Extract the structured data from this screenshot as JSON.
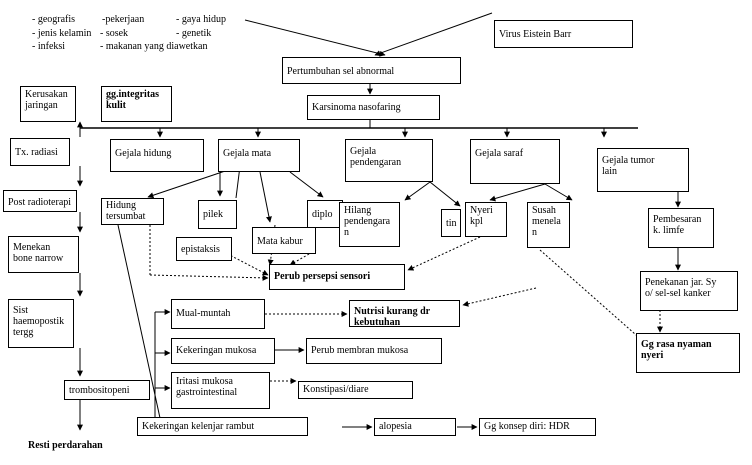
{
  "risk_factors": {
    "col1": [
      "- geografis",
      "- jenis kelamin",
      "- infeksi"
    ],
    "col2": [
      "-pekerjaan",
      "- sosek",
      "- makanan yang diawetkan"
    ],
    "col3": [
      "- gaya hidup",
      "- genetik"
    ]
  },
  "nodes": {
    "virus": "Virus Eistein Barr",
    "pertumbuhan": "Pertumbuhan sel abnormal",
    "karsinoma": "Karsinoma nasofaring",
    "kerusakan": "Kerusakan\njaringan",
    "integritas": "gg.integritas\nkulit",
    "tx_radiasi": "Tx. radiasi",
    "post_radioterapi": "Post radioterapi",
    "menekan": "Menekan\nbone narrow",
    "sist": "Sist\nhaemopostik\ntergg",
    "trombositopeni": "trombositopeni",
    "resti": "Resti perdarahan",
    "gejala_hidung": "Gejala hidung",
    "gejala_mata": "Gejala mata",
    "gejala_pendengaran": "Gejala\npendengaran",
    "gejala_saraf": "Gejala saraf",
    "gejala_tumor": "Gejala tumor\nlain",
    "hidung_tersumbat": "Hidung\ntersumbat",
    "pilek": "pilek",
    "epistaksis": "epistaksis",
    "mata_kabur": "Mata kabur",
    "diplo": "diplo",
    "hilang_pendengaran": "Hilang\npendengara\nn",
    "tin": "tin",
    "nyeri_kpl": "Nyeri\nkpl",
    "susah_menelan": "Susah\nmenela\nn",
    "pembesaran": "Pembesaran\nk. limfe",
    "penekanan": "Penekanan jar. Sy\no/ sel-sel kanker",
    "perub_persepsi": "Perub persepsi sensori",
    "mual": "Mual-muntah",
    "nutrisi": "Nutrisi kurang dr\nkebutuhan",
    "kekeringan_mukosa": "Kekeringan mukosa",
    "perub_membran": "Perub membran mukosa",
    "iritasi": "Iritasi mukosa\ngastrointestinal",
    "konstipasi": "Konstipasi/diare",
    "gg_rasa": "Gg rasa nyaman\nnyeri",
    "kelenjar": "Kekeringan kelenjar rambut",
    "alopesia": "alopesia",
    "gg_konsep": "Gg konsep diri:  HDR"
  }
}
